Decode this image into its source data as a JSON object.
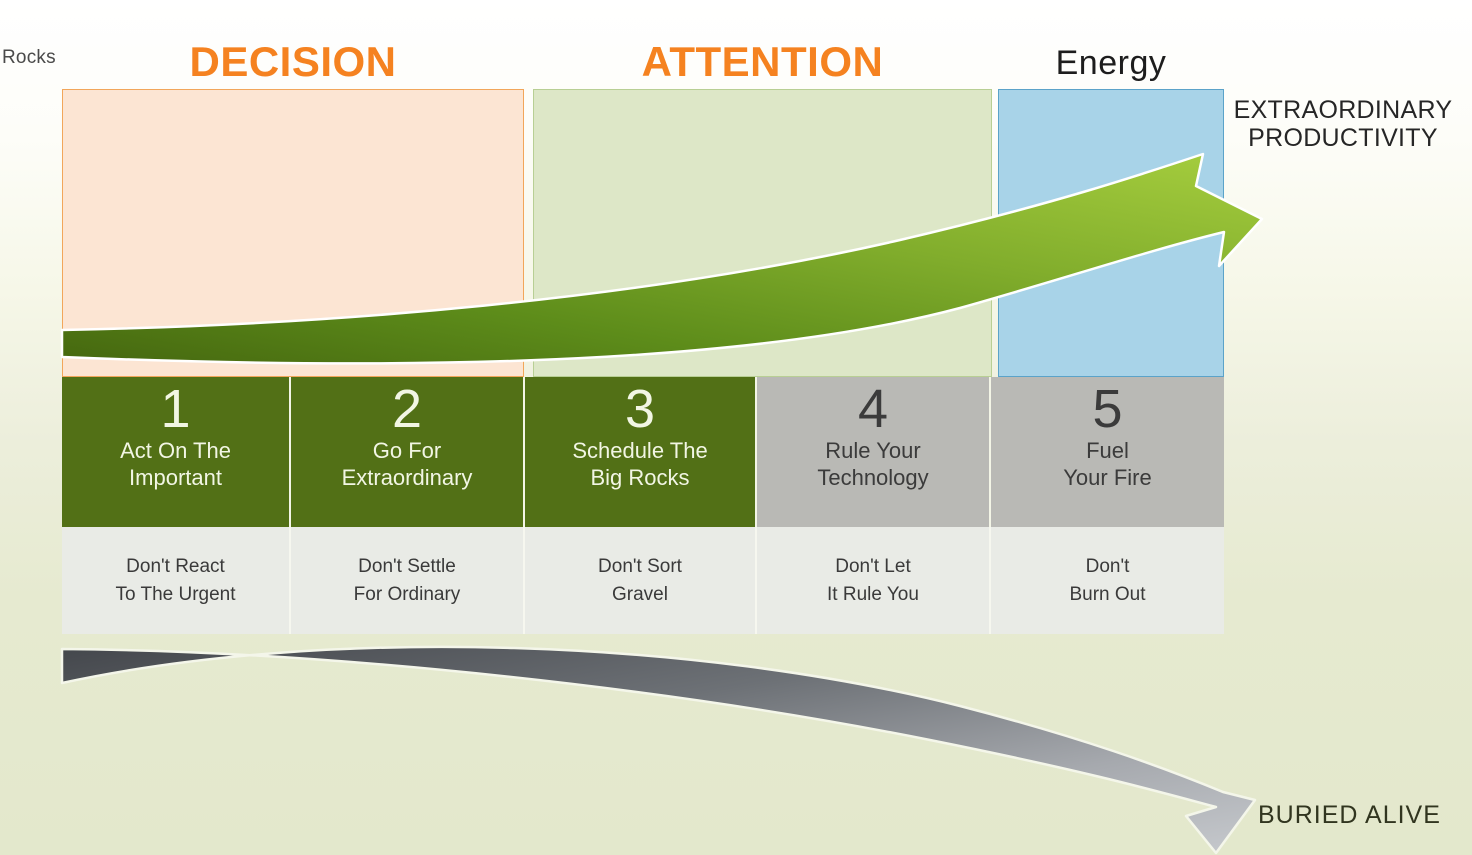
{
  "top_label": "Rocks",
  "phases": [
    {
      "name": "DECISION",
      "style": "orange",
      "fill": "#fce5d3",
      "border": "#f2a65a"
    },
    {
      "name": "ATTENTION",
      "style": "orange",
      "fill": "#dde7c7",
      "border": "#b8cf94"
    },
    {
      "name": "Energy",
      "style": "dark",
      "fill": "#a8d3e8",
      "border": "#5ba3c9"
    }
  ],
  "outcomes": {
    "success": "EXTRAORDINARY PRODUCTIVITY",
    "success_line1": "EXTRAORDINARY",
    "success_line2": "PRODUCTIVITY",
    "failure": "BURIED ALIVE"
  },
  "steps": [
    {
      "number": "1",
      "title_line1": "Act On The",
      "title_line2": "Important",
      "caption_line1": "Don't React",
      "caption_line2": "To The Urgent",
      "tone": "green"
    },
    {
      "number": "2",
      "title_line1": "Go For",
      "title_line2": "Extraordinary",
      "caption_line1": "Don't Settle",
      "caption_line2": "For Ordinary",
      "tone": "green"
    },
    {
      "number": "3",
      "title_line1": "Schedule The",
      "title_line2": "Big Rocks",
      "caption_line1": "Don't Sort",
      "caption_line2": "Gravel",
      "tone": "green"
    },
    {
      "number": "4",
      "title_line1": "Rule Your",
      "title_line2": "Technology",
      "caption_line1": "Don't Let",
      "caption_line2": "It Rule You",
      "tone": "grey"
    },
    {
      "number": "5",
      "title_line1": "Fuel",
      "title_line2": "Your Fire",
      "caption_line1": "Don't",
      "caption_line2": "Burn Out",
      "tone": "grey"
    }
  ],
  "colors": {
    "accent_orange": "#f58220",
    "step_green": "#527016",
    "step_grey": "#b9b9b5",
    "arrow_green_dark": "#4a7016",
    "arrow_green_light": "#9ec93a",
    "arrow_grey_dark": "#4d5055",
    "arrow_grey_light": "#c2c5c9",
    "background_bottom": "#e3e8cc"
  }
}
